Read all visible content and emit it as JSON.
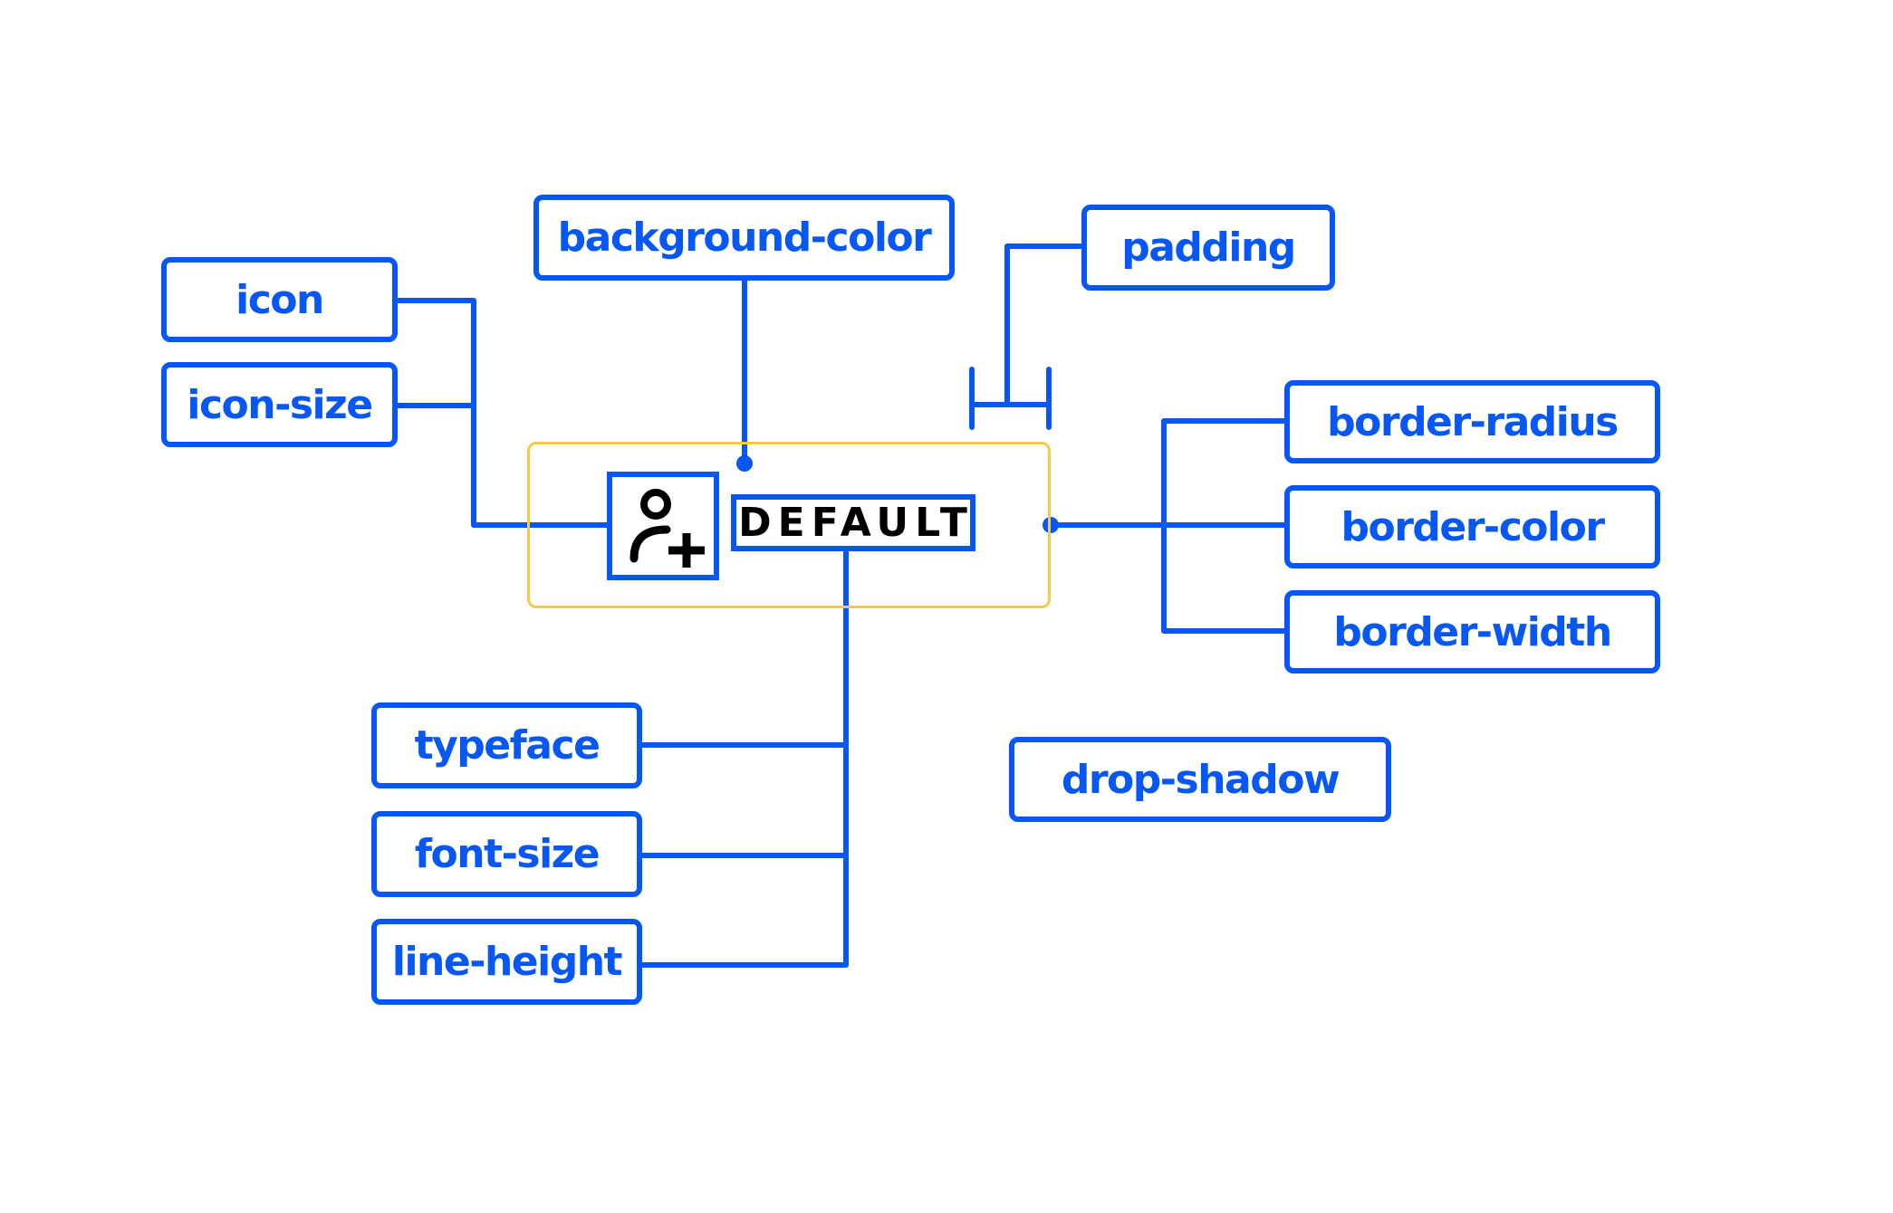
{
  "diagram": {
    "title": "Button anatomy properties",
    "colors": {
      "annotation": "#0757F5",
      "frame": "#F5C94C",
      "component_text": "#000000",
      "background": "#FFFFFF"
    },
    "component": {
      "icon": "person-add-icon",
      "label": "DEFAULT"
    },
    "properties": {
      "icon": "icon",
      "icon_size": "icon-size",
      "background_color": "background-color",
      "padding": "padding",
      "border_radius": "border-radius",
      "border_color": "border-color",
      "border_width": "border-width",
      "typeface": "typeface",
      "font_size": "font-size",
      "line_height": "line-height",
      "drop_shadow": "drop-shadow"
    },
    "connections": [
      {
        "from": "icon",
        "to": "component.icon"
      },
      {
        "from": "icon-size",
        "to": "component.icon"
      },
      {
        "from": "background-color",
        "to": "component.frame"
      },
      {
        "from": "padding",
        "to": "component.padding"
      },
      {
        "from": "border-radius",
        "to": "component.frame"
      },
      {
        "from": "border-color",
        "to": "component.frame"
      },
      {
        "from": "border-width",
        "to": "component.frame"
      },
      {
        "from": "typeface",
        "to": "component.label"
      },
      {
        "from": "font-size",
        "to": "component.label"
      },
      {
        "from": "line-height",
        "to": "component.label"
      }
    ]
  }
}
